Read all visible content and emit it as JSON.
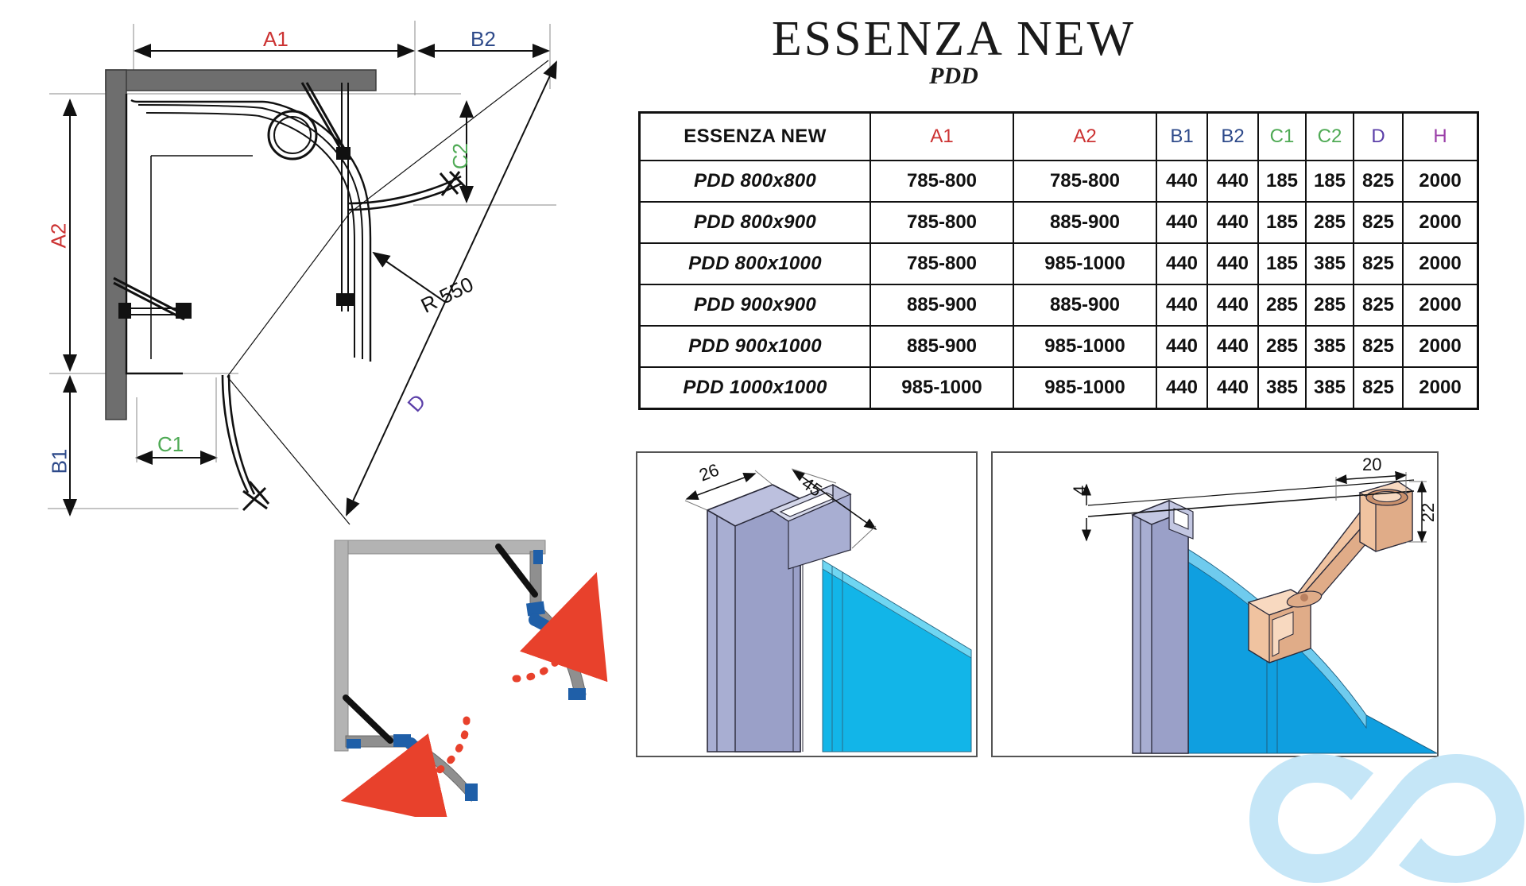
{
  "title": {
    "main": "ESSENZA NEW",
    "sub": "PDD"
  },
  "table": {
    "headers": [
      {
        "label": "ESSENZA NEW",
        "color": "#111111",
        "kind": "name"
      },
      {
        "label": "A1",
        "color": "#cc3333",
        "kind": "dim"
      },
      {
        "label": "A2",
        "color": "#cc3333",
        "kind": "dim"
      },
      {
        "label": "B1",
        "color": "#2e4a8a",
        "kind": "dim"
      },
      {
        "label": "B2",
        "color": "#2e4a8a",
        "kind": "dim"
      },
      {
        "label": "C1",
        "color": "#4faa55",
        "kind": "dim"
      },
      {
        "label": "C2",
        "color": "#4faa55",
        "kind": "dim"
      },
      {
        "label": "D",
        "color": "#5b3fa8",
        "kind": "dim"
      },
      {
        "label": "H",
        "color": "#9b3fa8",
        "kind": "dim"
      }
    ],
    "rows": [
      {
        "name": "PDD 800x800",
        "a1": "785-800",
        "a2": "785-800",
        "b1": "440",
        "b2": "440",
        "c1": "185",
        "c2": "185",
        "d": "825",
        "h": "2000"
      },
      {
        "name": "PDD 800x900",
        "a1": "785-800",
        "a2": "885-900",
        "b1": "440",
        "b2": "440",
        "c1": "185",
        "c2": "285",
        "d": "825",
        "h": "2000"
      },
      {
        "name": "PDD 800x1000",
        "a1": "785-800",
        "a2": "985-1000",
        "b1": "440",
        "b2": "440",
        "c1": "185",
        "c2": "385",
        "d": "825",
        "h": "2000"
      },
      {
        "name": "PDD 900x900",
        "a1": "885-900",
        "a2": "885-900",
        "b1": "440",
        "b2": "440",
        "c1": "285",
        "c2": "285",
        "d": "825",
        "h": "2000"
      },
      {
        "name": "PDD 900x1000",
        "a1": "885-900",
        "a2": "985-1000",
        "b1": "440",
        "b2": "440",
        "c1": "285",
        "c2": "385",
        "d": "825",
        "h": "2000"
      },
      {
        "name": "PDD 1000x1000",
        "a1": "985-1000",
        "a2": "985-1000",
        "b1": "440",
        "b2": "440",
        "c1": "385",
        "c2": "385",
        "d": "825",
        "h": "2000"
      }
    ]
  },
  "plan_drawing": {
    "labels": {
      "a1": "A1",
      "a2": "A2",
      "b1": "B1",
      "b2": "B2",
      "c1": "C1",
      "c2": "C2",
      "d": "D",
      "radius": "R 550"
    },
    "colors": {
      "a": "#cc3333",
      "b": "#2e4a8a",
      "c": "#4faa55",
      "d": "#5b3fa8",
      "radius": "#111111",
      "wall": "#6e6e6e",
      "line": "#111111"
    }
  },
  "swing_diagram": {
    "colors": {
      "frame": "#b3b3b3",
      "door": "#8f8f8f",
      "hinge": "#1f5fa8",
      "arrow": "#e8412c",
      "bar": "#111111"
    }
  },
  "detail_profile": {
    "dim_width": "26",
    "dim_depth": "45",
    "colors": {
      "profile": "#a8aed2",
      "glass": "#12b5e8",
      "outline": "#2a2a3a"
    }
  },
  "detail_hinge": {
    "dim_gap": "4",
    "dim_width": "20",
    "dim_height": "22",
    "colors": {
      "profile": "#a8aed2",
      "glass": "#0f9fe0",
      "hardware": "#f0c3a0",
      "outline": "#2a2a3a"
    }
  },
  "watermark": {
    "name": "infinity-logo",
    "color": "#c5e6f7"
  }
}
